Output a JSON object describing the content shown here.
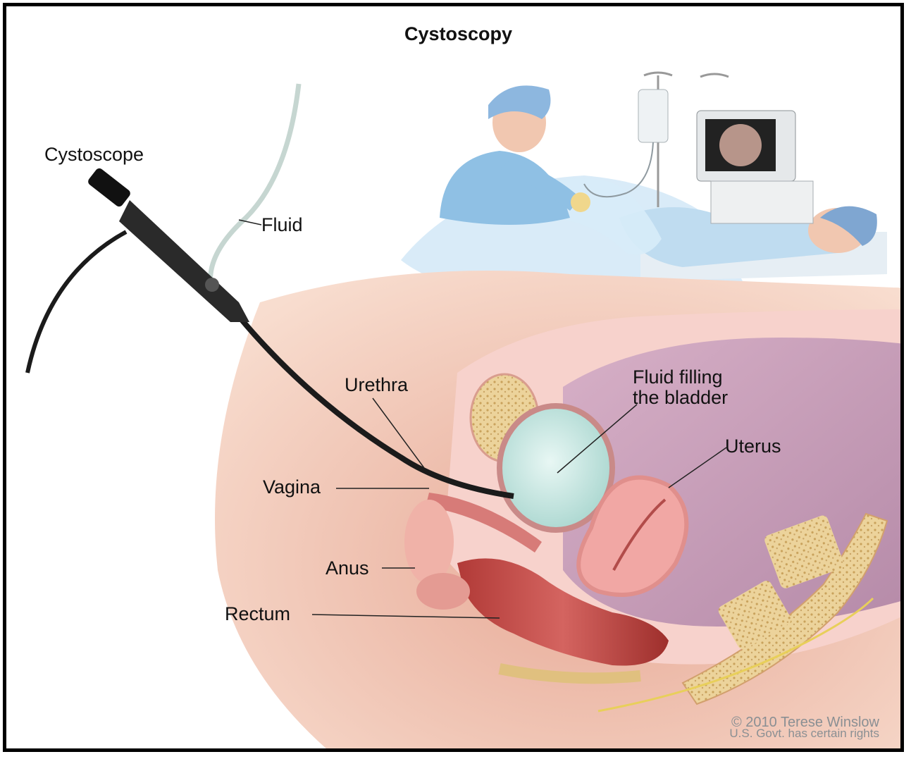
{
  "title": "Cystoscopy",
  "labels": {
    "cystoscope": "Cystoscope",
    "fluid": "Fluid",
    "urethra": "Urethra",
    "fluid_filling_1": "Fluid filling",
    "fluid_filling_2": "the bladder",
    "uterus": "Uterus",
    "vagina": "Vagina",
    "anus": "Anus",
    "rectum": "Rectum"
  },
  "copyright": {
    "line1": "© 2010 Terese Winslow",
    "line2": "U.S. Govt. has certain rights"
  },
  "colors": {
    "skin": "#f2c7b0",
    "tissue_pink": "#f4b7b3",
    "muscle_red": "#c9504c",
    "bladder_fluid": "#cdebe6",
    "bone": "#e9cf95",
    "scope_black": "#1b1b1b",
    "gown_blue": "#9ec9e8"
  }
}
